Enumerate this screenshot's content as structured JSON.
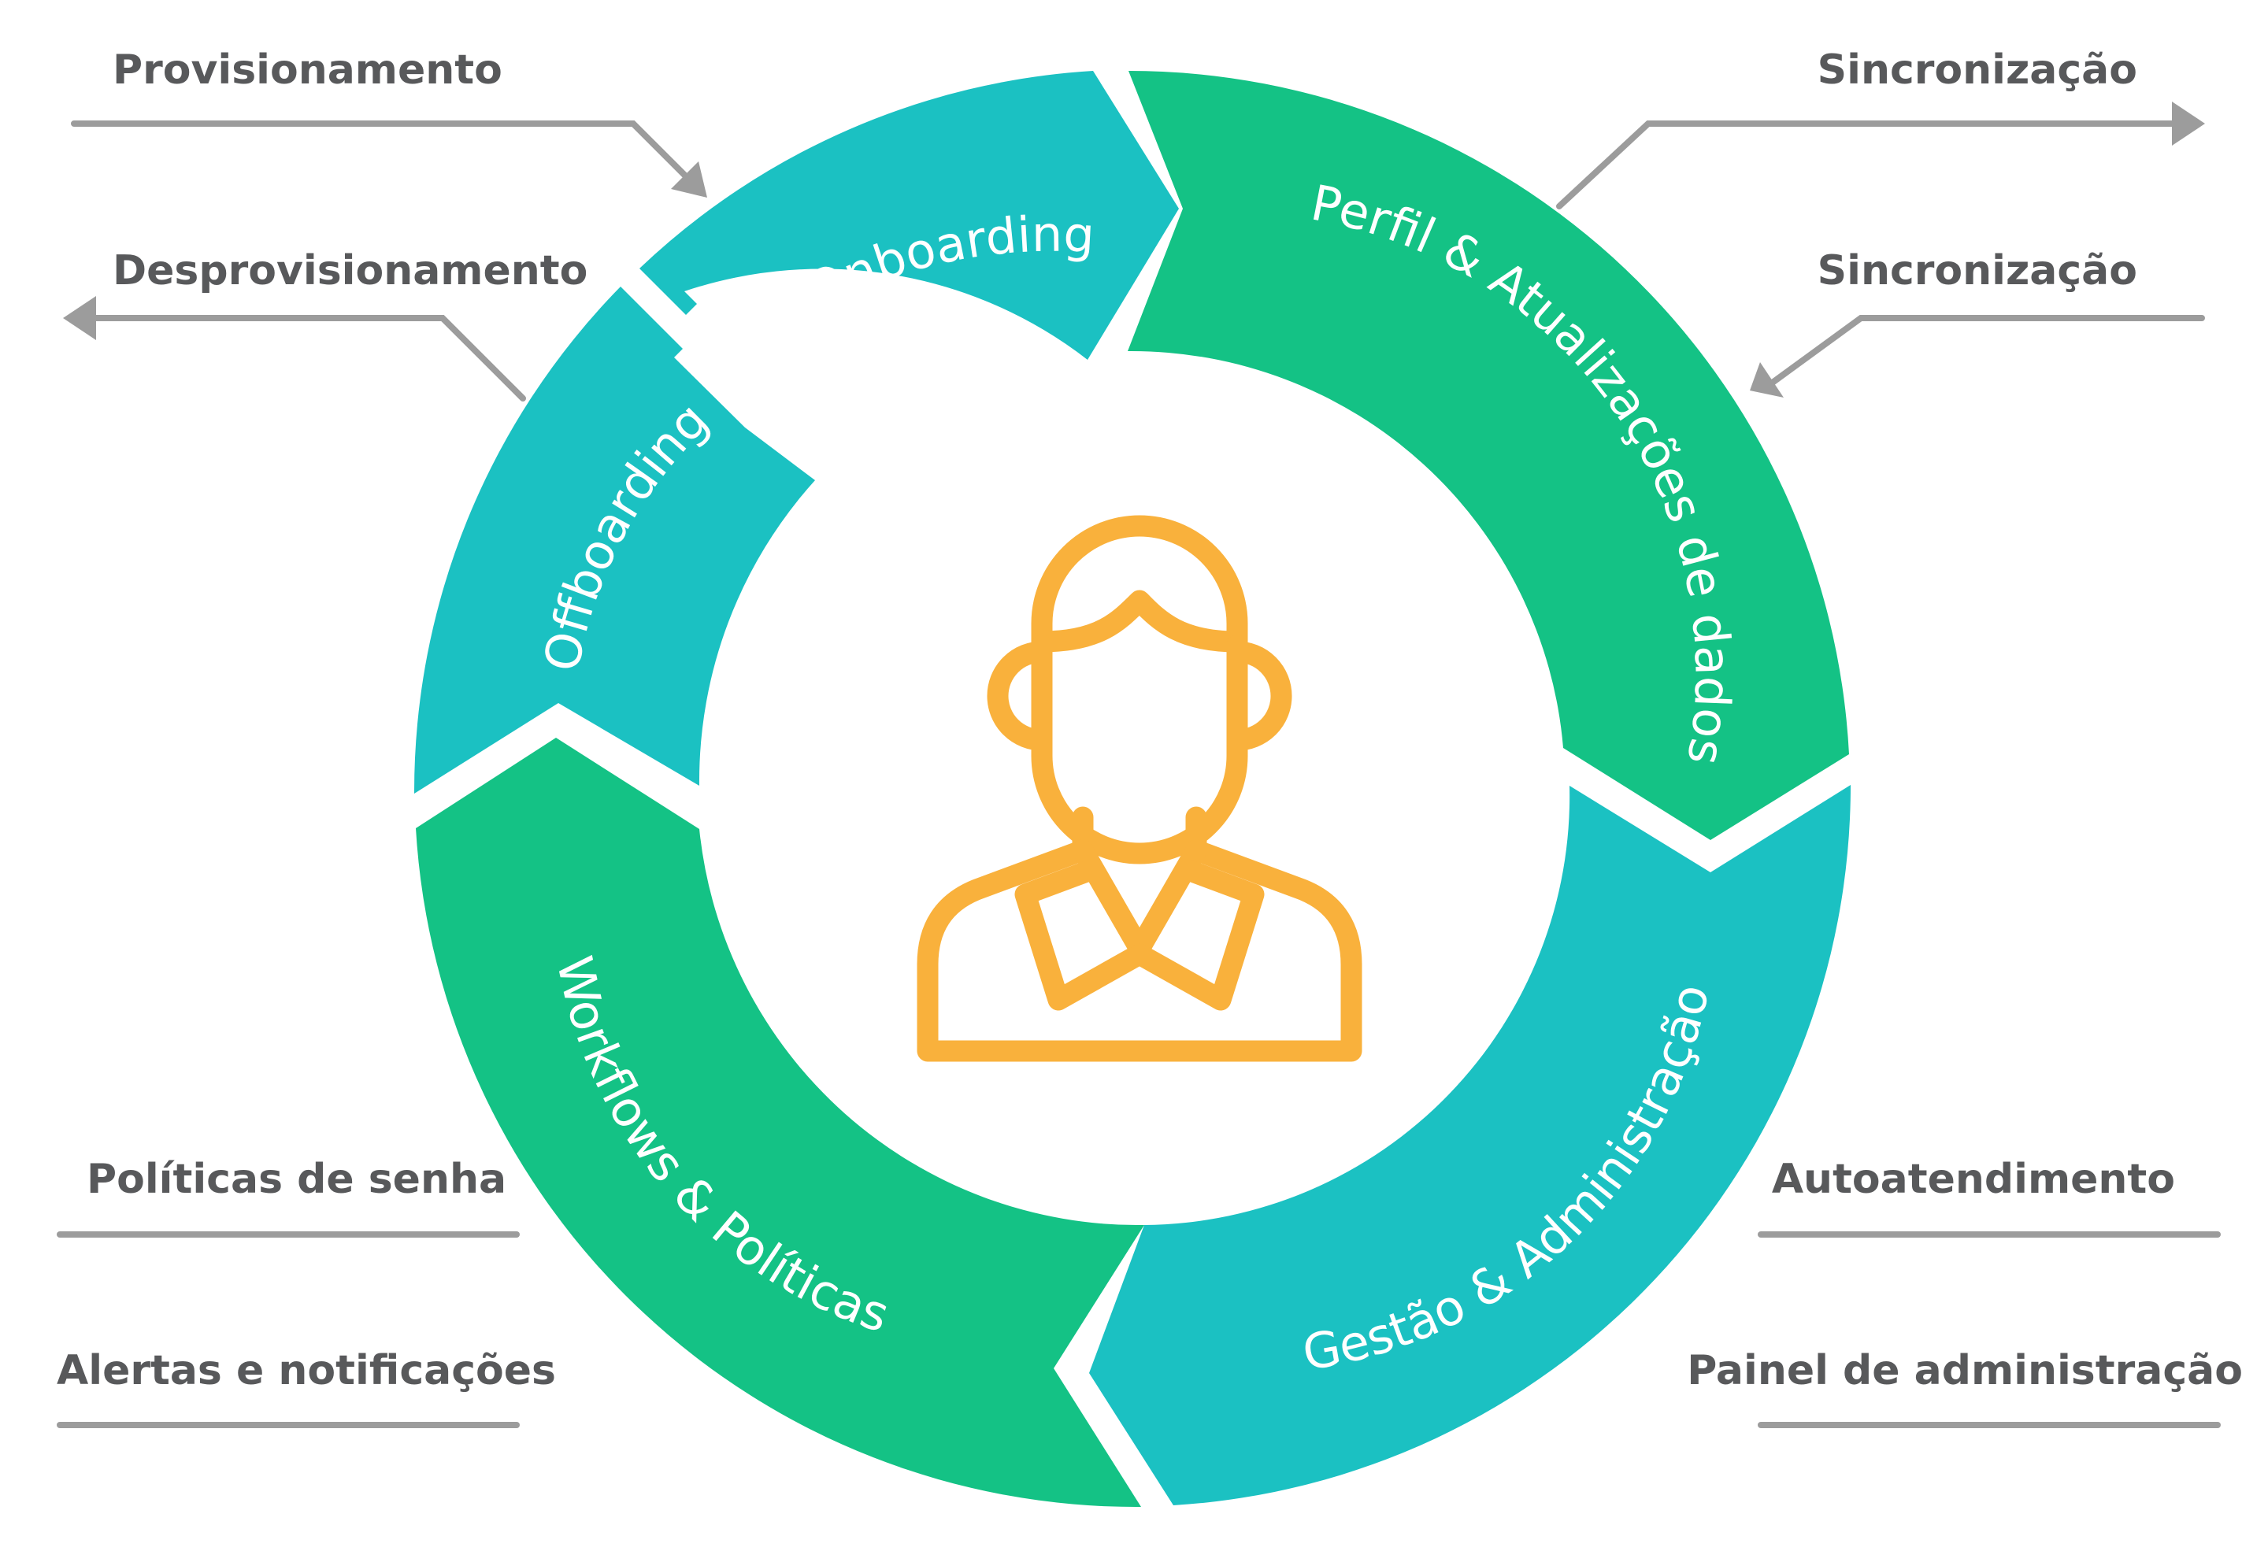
{
  "colors": {
    "teal": "#1bc1c2",
    "green": "#14c285",
    "person": "#f9b13c",
    "side_text": "#58595b",
    "line": "#9c9c9c"
  },
  "segments": {
    "onboarding": "Onboarding",
    "perfil": "Perfil & Atualizações de dados",
    "gestao": "Gestão & Administração",
    "workflows": "Workflows & Políticas",
    "offboarding": "Offboarding"
  },
  "labels": {
    "provisionamento": "Provisionamento",
    "desprovisionamento": "Desprovisionamento",
    "sincronizacao_out": "Sincronização",
    "sincronizacao_in": "Sincronização",
    "politicas_senha": "Políticas de senha",
    "alertas": "Alertas e notificações",
    "autoatendimento": "Autoatendimento",
    "painel": "Painel de administração"
  },
  "icons": {
    "center": "user-icon"
  }
}
